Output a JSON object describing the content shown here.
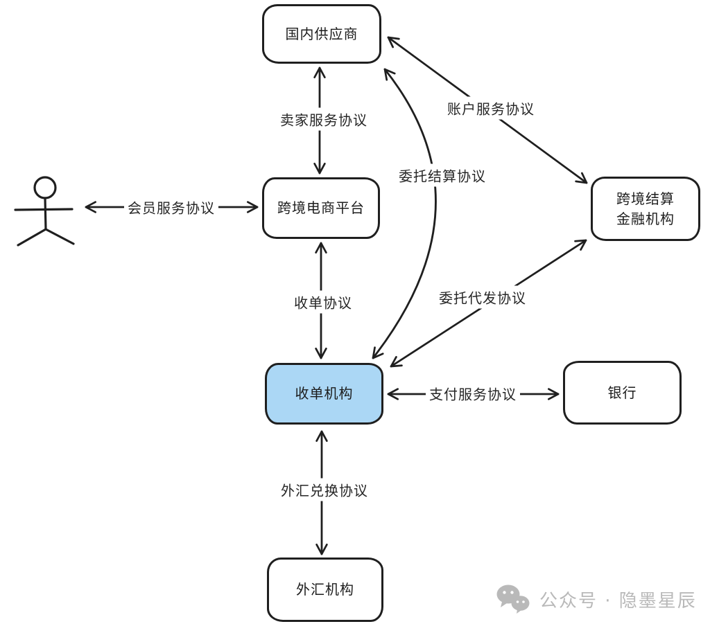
{
  "diagram": {
    "nodes": {
      "domestic_supplier": {
        "label": "国内供应商"
      },
      "platform": {
        "label": "跨境电商平台"
      },
      "settlement": {
        "label_line1": "跨境结算",
        "label_line2": "金融机构"
      },
      "acquirer": {
        "label": "收单机构",
        "highlighted": true
      },
      "bank": {
        "label": "银行"
      },
      "forex": {
        "label": "外汇机构"
      }
    },
    "edges": {
      "seller_service": {
        "label": "卖家服务协议",
        "from": "国内供应商",
        "to": "跨境电商平台",
        "bidirectional": true
      },
      "member_service": {
        "label": "会员服务协议",
        "from": "用户(人形图标)",
        "to": "跨境电商平台",
        "bidirectional": true
      },
      "account_service": {
        "label": "账户服务协议",
        "from": "国内供应商",
        "to": "跨境结算金融机构",
        "bidirectional": true
      },
      "entrusted_settlement": {
        "label": "委托结算协议",
        "from": "收单机构",
        "to": "国内供应商",
        "bidirectional": true
      },
      "acquiring": {
        "label": "收单协议",
        "from": "跨境电商平台",
        "to": "收单机构",
        "bidirectional": true
      },
      "entrusted_payout": {
        "label": "委托代发协议",
        "from": "收单机构",
        "to": "跨境结算金融机构",
        "bidirectional": true
      },
      "payment_service": {
        "label": "支付服务协议",
        "from": "收单机构",
        "to": "银行",
        "bidirectional": true
      },
      "forex_exchange": {
        "label": "外汇兑换协议",
        "from": "收单机构",
        "to": "外汇机构",
        "bidirectional": true
      }
    },
    "icons": {
      "actor": "person-stick-figure",
      "watermark_logo": "wechat-icon"
    },
    "colors": {
      "line": "#1f1f1f",
      "node_fill": "#ffffff",
      "highlight_fill": "#abd7f5",
      "text": "#1c1c1c",
      "watermark": "#b9b9b9"
    }
  },
  "watermark": {
    "text": "公众号 · 隐墨星辰"
  }
}
